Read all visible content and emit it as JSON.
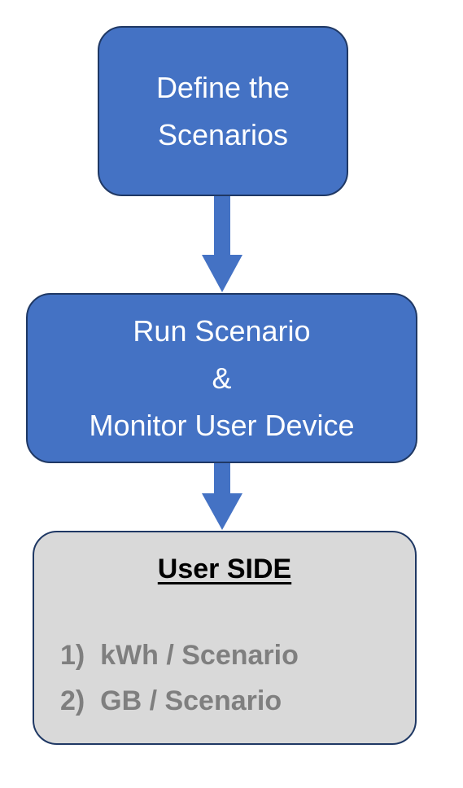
{
  "diagram": {
    "nodes": {
      "define": {
        "lines": [
          "Define the",
          "Scenarios"
        ]
      },
      "run": {
        "lines": [
          "Run Scenario",
          "&",
          "Monitor User Device"
        ]
      },
      "user": {
        "title": "User SIDE",
        "items": [
          "1)  kWh / Scenario",
          "2)  GB / Scenario"
        ]
      }
    },
    "edges": [
      {
        "from": "define",
        "to": "run"
      },
      {
        "from": "run",
        "to": "user"
      }
    ],
    "colors": {
      "process_fill": "#4472c4",
      "process_border": "#1f3864",
      "result_fill": "#d9d9d9",
      "arrow": "#4472c4",
      "list_text": "#7f7f7f"
    }
  }
}
